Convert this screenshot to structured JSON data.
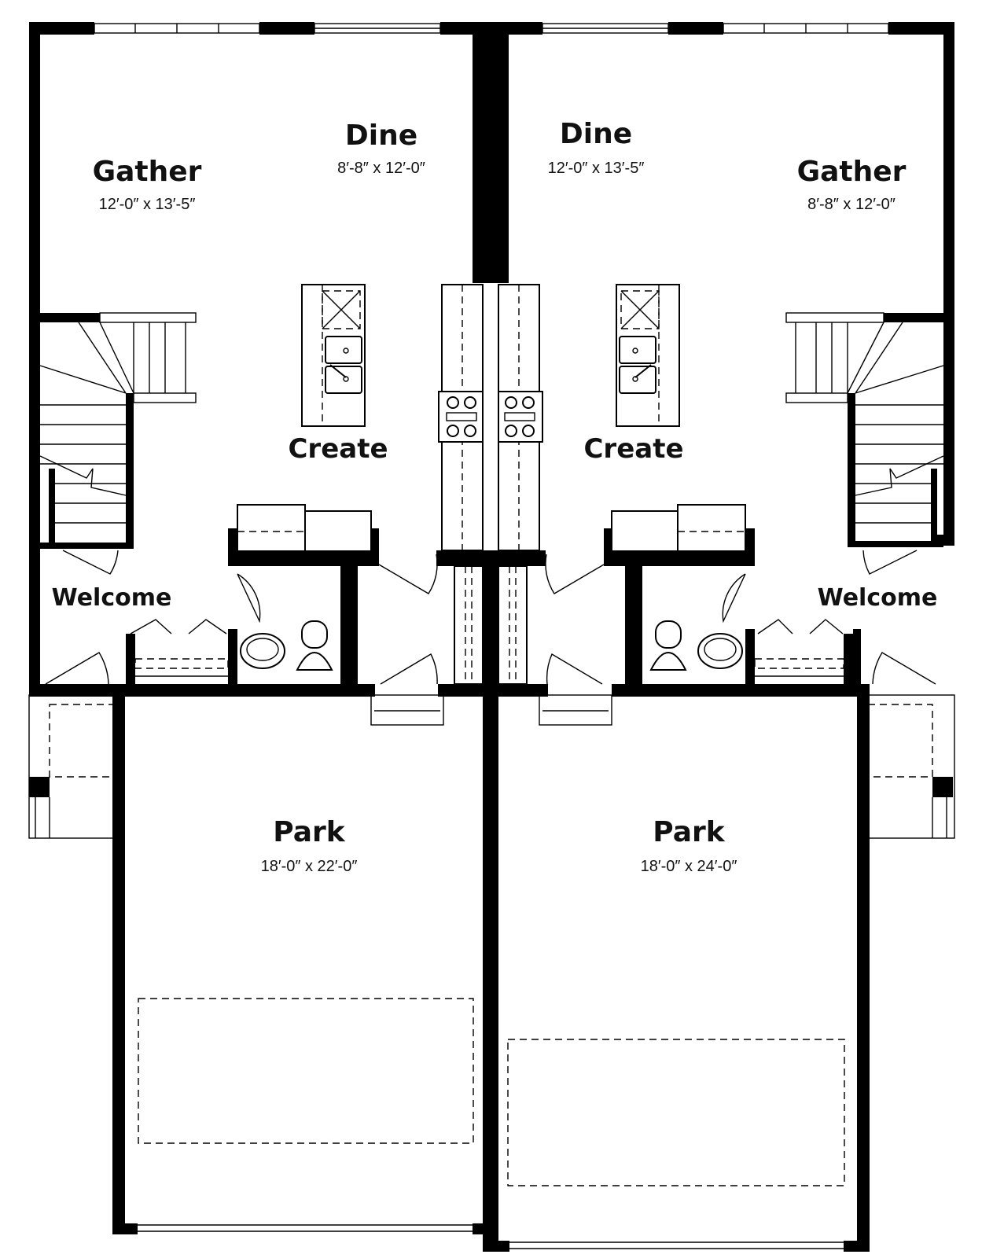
{
  "rooms": {
    "left": {
      "gather": {
        "name": "Gather",
        "dims": "12′-0″ x 13′-5″"
      },
      "dine": {
        "name": "Dine",
        "dims": "8′-8″ x 12′-0″"
      },
      "create": {
        "name": "Create"
      },
      "welcome": {
        "name": "Welcome"
      },
      "park": {
        "name": "Park",
        "dims": "18′-0″ x 22′-0″"
      }
    },
    "right": {
      "dine": {
        "name": "Dine",
        "dims": "12′-0″ x 13′-5″"
      },
      "gather": {
        "name": "Gather",
        "dims": "8′-8″ x 12′-0″"
      },
      "create": {
        "name": "Create"
      },
      "welcome": {
        "name": "Welcome"
      },
      "park": {
        "name": "Park",
        "dims": "18′-0″ x 24′-0″"
      }
    }
  }
}
